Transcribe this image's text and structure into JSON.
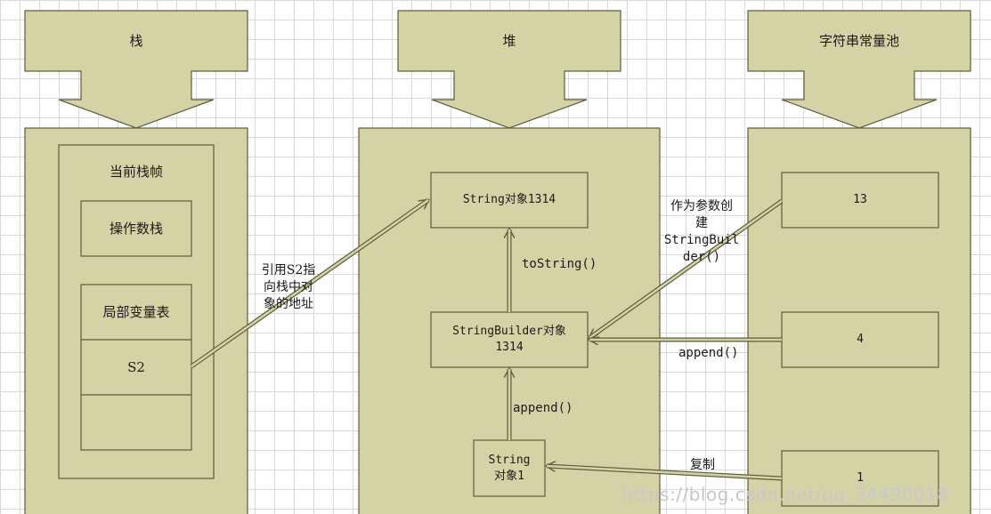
{
  "colors": {
    "fill": "#d4d3a6",
    "stroke": "#5d5c3d",
    "text": "#1a1a1a",
    "grid": "#d9d9d9"
  },
  "headers": {
    "stack": "栈",
    "heap": "堆",
    "pool": "字符串常量池"
  },
  "stack": {
    "frame_title": "当前栈帧",
    "operand_stack": "操作数栈",
    "local_var_table": "局部变量表",
    "s2_slot": "S2"
  },
  "heap": {
    "string_obj": "String对象1314",
    "builder_obj": "StringBuilder对象\n1314",
    "string_one": "String\n对象1"
  },
  "pool": {
    "const_13": "13",
    "const_4": "4",
    "const_1": "1"
  },
  "edges": {
    "ref_label": "引用S2指\n向栈中对\n象的地址",
    "tostring_label": "toString()",
    "append_heap_label": "append()",
    "create_label": "作为参数创\n建\nStringBuil\nder()",
    "append_pool_label": "append()",
    "copy_label": "复制"
  },
  "watermark": "https://blog.csdn.net/qq_34490018"
}
